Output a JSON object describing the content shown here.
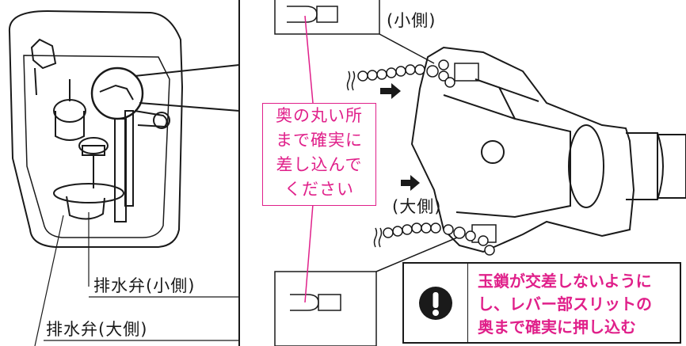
{
  "labels": {
    "small_side_top": "(小側)",
    "large_side": "(大側)",
    "drain_valve_small": "排水弁(小側)",
    "drain_valve_large": "排水弁(大側)"
  },
  "callout": {
    "lines": [
      "奥の丸い所",
      "まで確実に",
      "差し込んで",
      "ください"
    ]
  },
  "warning": {
    "icon": "exclamation-icon",
    "lines": [
      "玉鎖が交差しないように",
      "し、レバー部スリットの",
      "奥まで確実に押し込む"
    ]
  },
  "colors": {
    "accent": "#e0208a",
    "line": "#1a1a1a"
  }
}
